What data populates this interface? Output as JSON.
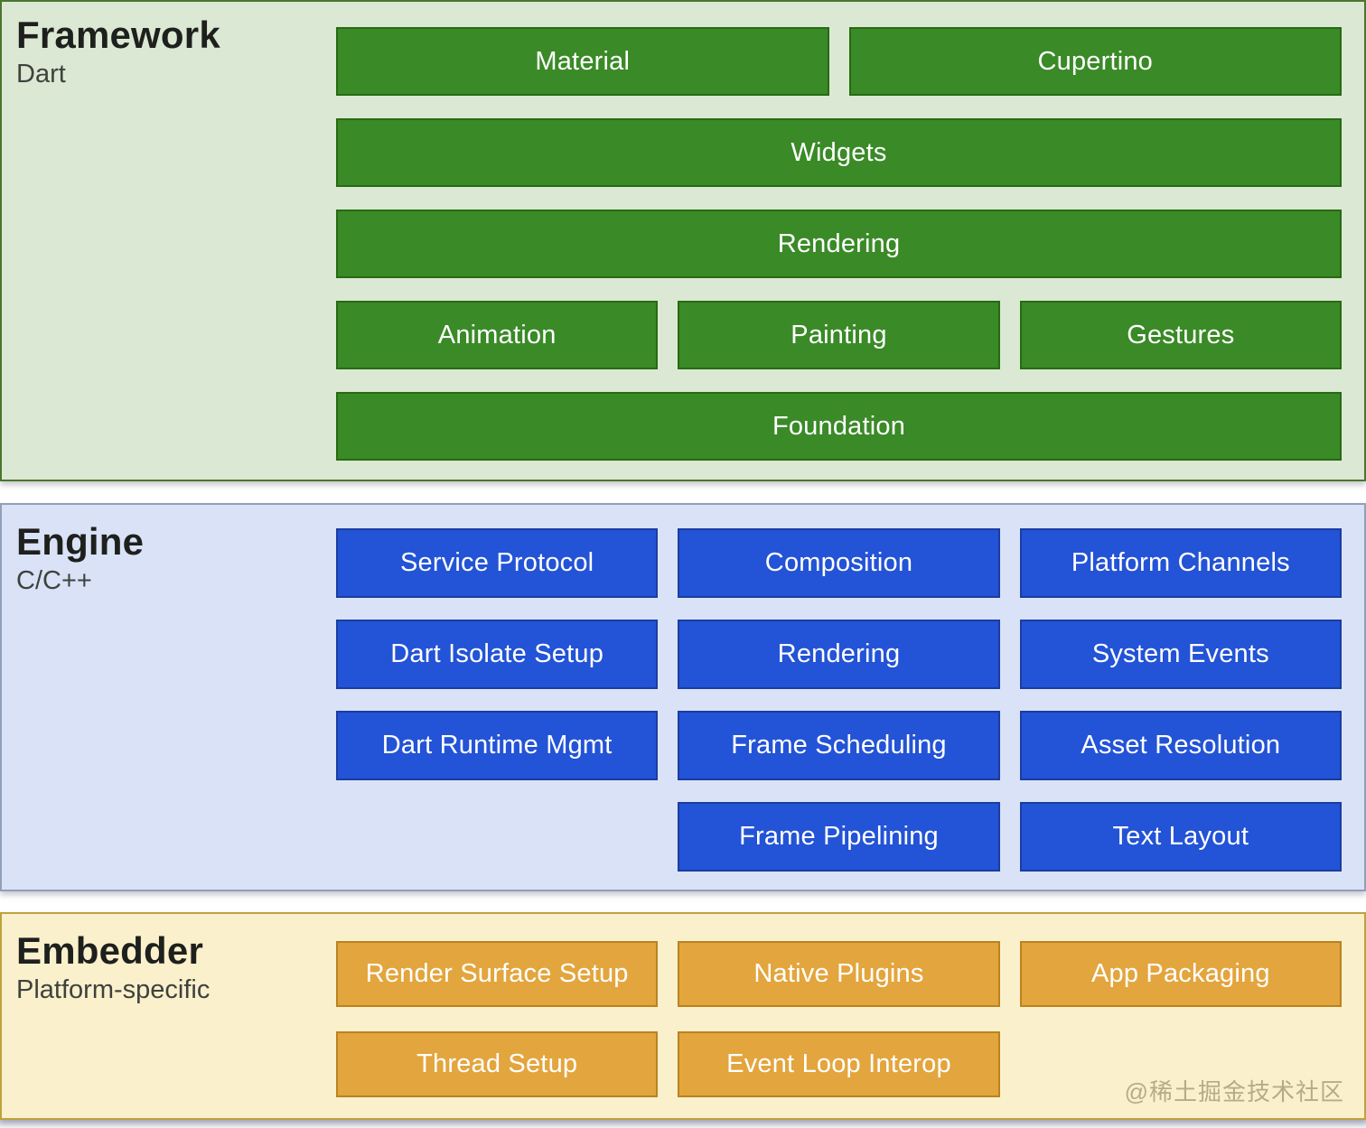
{
  "watermark": "@稀土掘金技术社区",
  "sections": [
    {
      "id": "framework",
      "title": "Framework",
      "subtitle": "Dart",
      "colors": {
        "bg": "#dbe8d3",
        "border": "#4a762c",
        "box_fill": "#3a8a27",
        "box_border": "#276b13",
        "box_text": "#ffffff"
      },
      "rows": [
        {
          "boxes": [
            {
              "label": "Material"
            },
            {
              "label": "Cupertino"
            }
          ]
        },
        {
          "boxes": [
            {
              "label": "Widgets"
            }
          ]
        },
        {
          "boxes": [
            {
              "label": "Rendering"
            }
          ]
        },
        {
          "boxes": [
            {
              "label": "Animation"
            },
            {
              "label": "Painting"
            },
            {
              "label": "Gestures"
            }
          ]
        },
        {
          "boxes": [
            {
              "label": "Foundation"
            }
          ]
        }
      ]
    },
    {
      "id": "engine",
      "title": "Engine",
      "subtitle": "C/C++",
      "colors": {
        "bg": "#d9e2f6",
        "border": "#929fb9",
        "box_fill": "#2353d6",
        "box_border": "#1a3da0",
        "box_text": "#ffffff"
      },
      "rows": [
        {
          "boxes": [
            {
              "label": "Service Protocol"
            },
            {
              "label": "Composition"
            },
            {
              "label": "Platform Channels"
            }
          ]
        },
        {
          "boxes": [
            {
              "label": "Dart Isolate Setup"
            },
            {
              "label": "Rendering"
            },
            {
              "label": "System Events"
            }
          ]
        },
        {
          "boxes": [
            {
              "label": "Dart Runtime Mgmt"
            },
            {
              "label": "Frame Scheduling"
            },
            {
              "label": "Asset Resolution"
            }
          ]
        },
        {
          "boxes": [
            {
              "empty": true
            },
            {
              "label": "Frame Pipelining"
            },
            {
              "label": "Text Layout"
            }
          ]
        }
      ]
    },
    {
      "id": "embedder",
      "title": "Embedder",
      "subtitle": "Platform-specific",
      "colors": {
        "bg": "#faf0cc",
        "border": "#bda23d",
        "box_fill": "#e3a53d",
        "box_border": "#ba831f",
        "box_text": "#ffffff"
      },
      "rows": [
        {
          "boxes": [
            {
              "label": "Render Surface Setup"
            },
            {
              "label": "Native Plugins"
            },
            {
              "label": "App Packaging"
            }
          ]
        },
        {
          "boxes": [
            {
              "label": "Thread Setup"
            },
            {
              "label": "Event Loop Interop"
            },
            {
              "empty": true
            }
          ]
        }
      ]
    }
  ]
}
